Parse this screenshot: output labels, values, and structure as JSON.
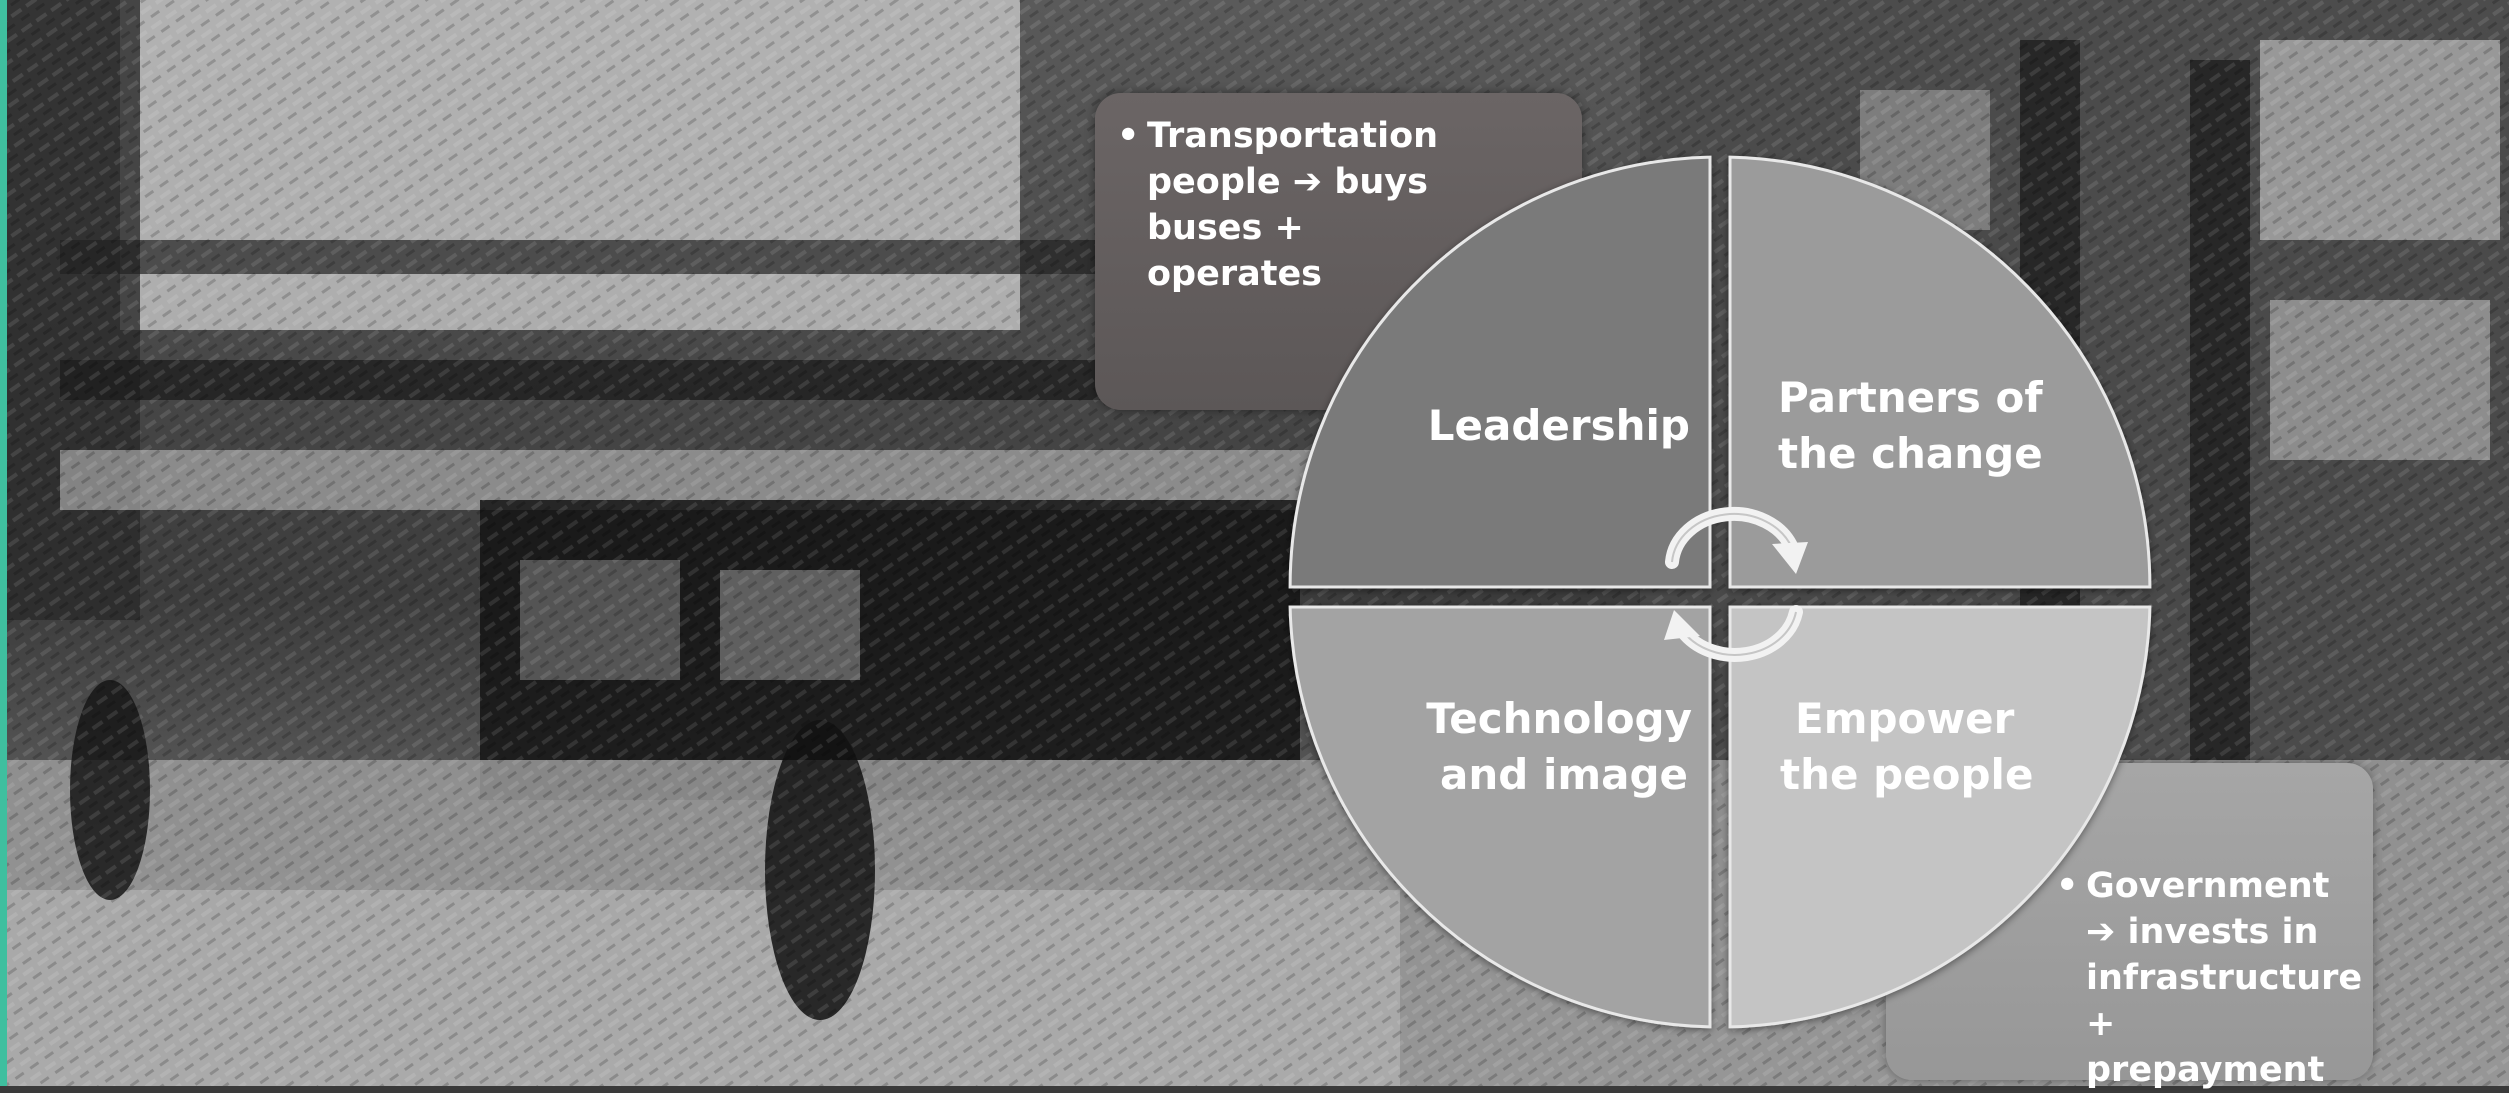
{
  "diagram": {
    "quadrants": {
      "top_left": "Leadership",
      "top_right_line1": "Partners of",
      "top_right_line2": "the change",
      "bottom_left_line1": "Technology",
      "bottom_left_line2": "and image",
      "bottom_right_line1": "Empower",
      "bottom_right_line2": "the people"
    },
    "callouts": {
      "top_left": {
        "line1": "Transportation",
        "line2": "people ➔ buys",
        "line3": "buses +",
        "line4": "operates"
      },
      "bottom_right": {
        "line1": "Government",
        "line2": "➔ invests in",
        "line3": "infrastructure",
        "line4": "+ prepayment"
      }
    }
  },
  "colors": {
    "accent": "#3fbf9f",
    "quadrant_top_left": "#7a7a7a",
    "quadrant_top_right": "#9b9b9b",
    "quadrant_bottom_left": "#a3a3a3",
    "quadrant_bottom_right": "#c4c4c4"
  },
  "icons": [
    "cycle-arrow-icon",
    "cycle-arrow-icon"
  ]
}
